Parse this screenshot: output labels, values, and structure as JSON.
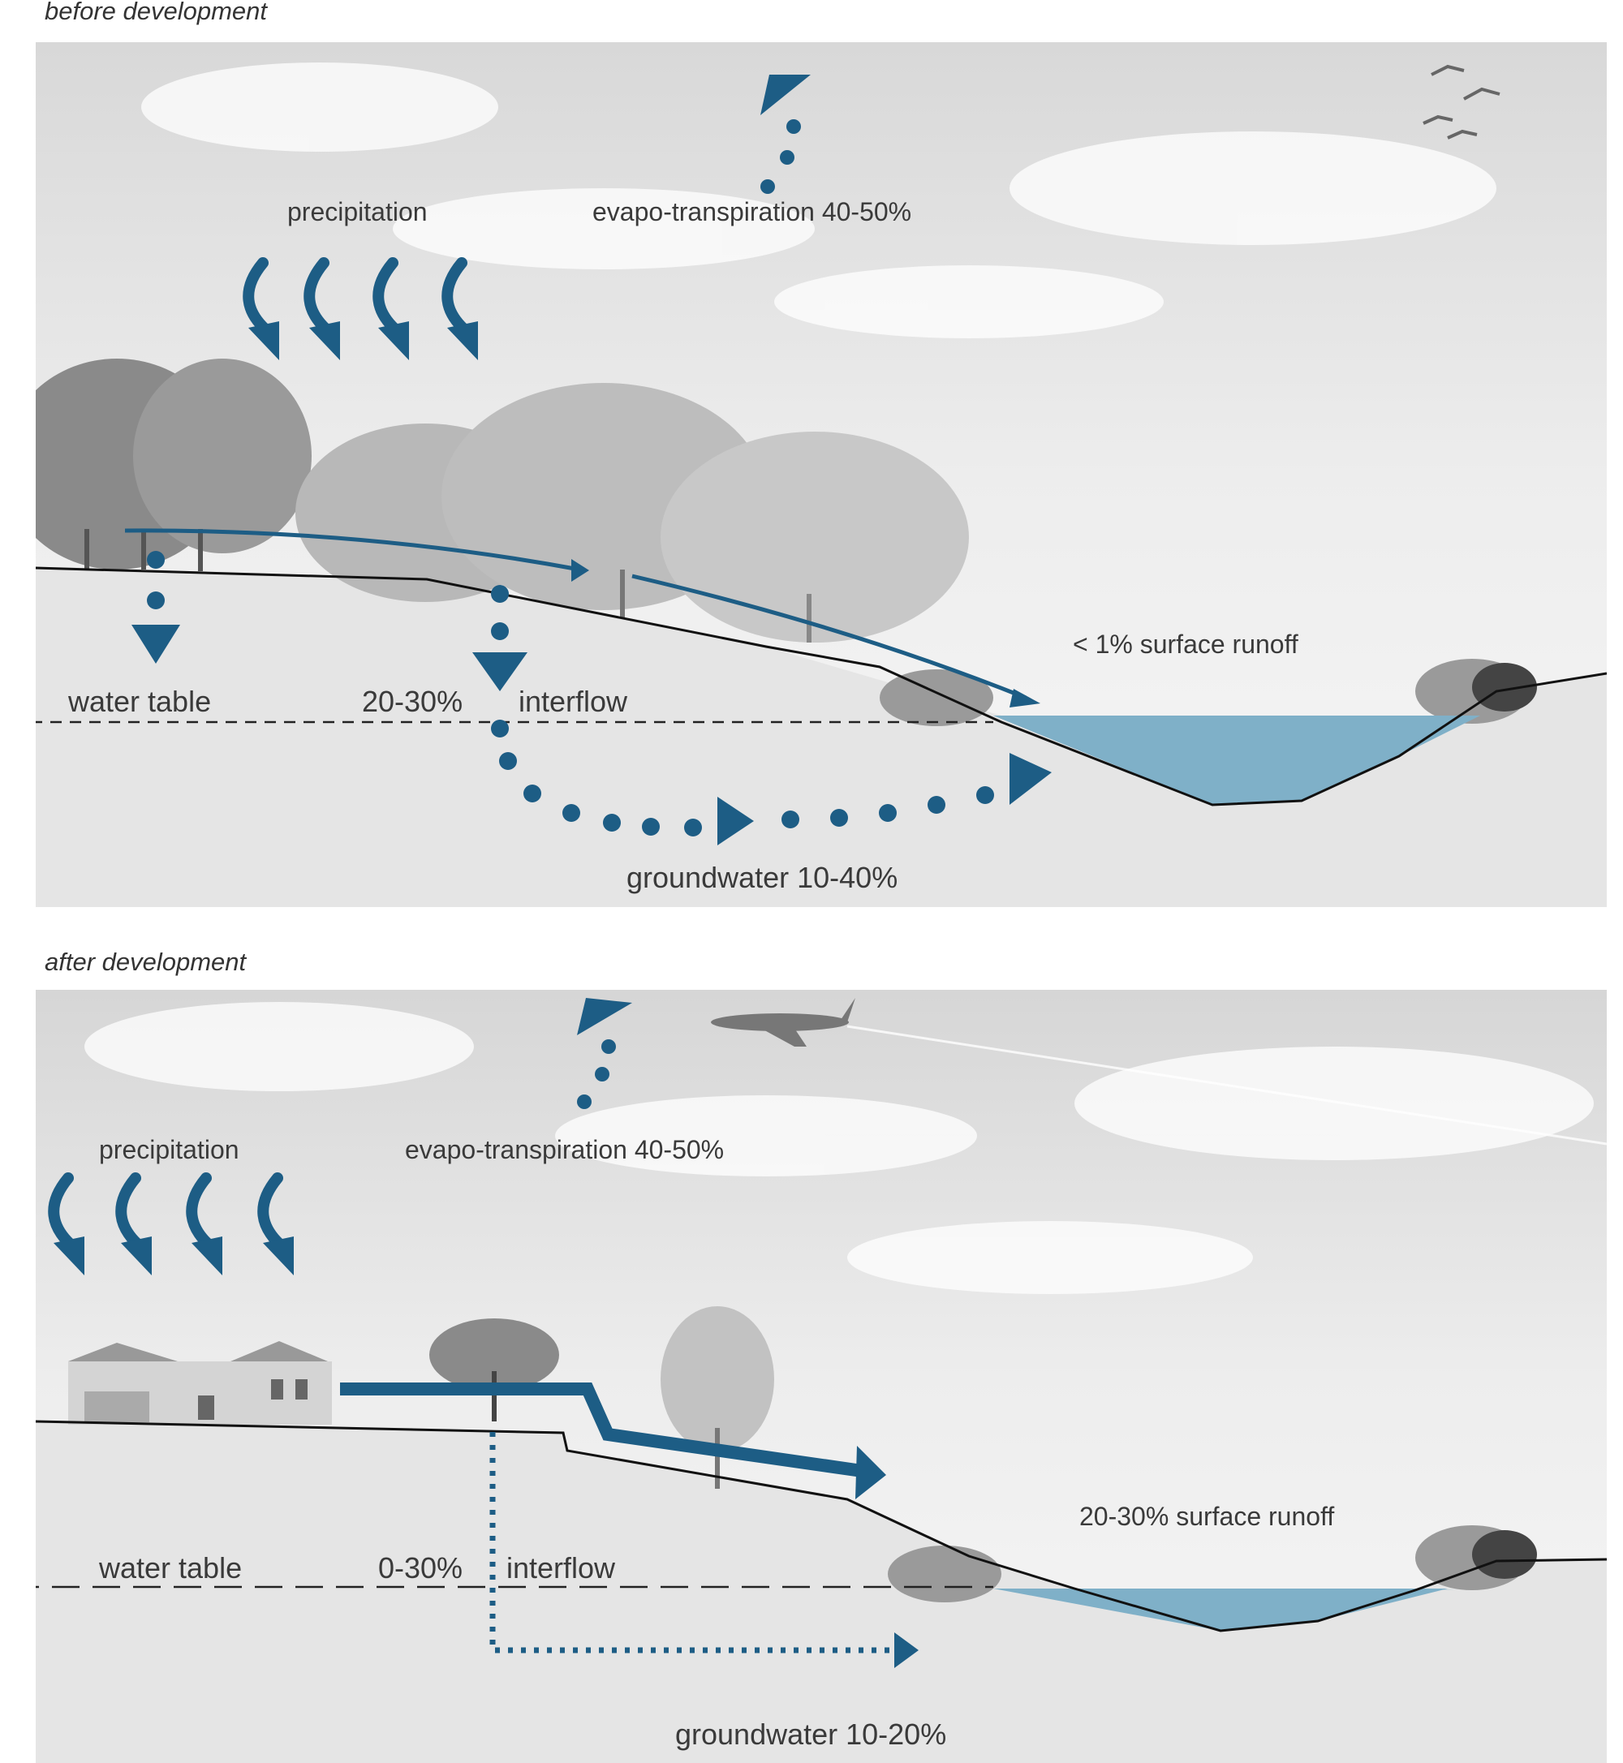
{
  "before": {
    "title": "before development",
    "precipitation": "precipitation",
    "evapotranspiration": "evapo-transpiration 40-50%",
    "surface_runoff": "< 1% surface runoff",
    "water_table": "water table",
    "interflow_pct": "20-30%",
    "interflow": "interflow",
    "groundwater": "groundwater 10-40%"
  },
  "after": {
    "title": "after development",
    "precipitation": "precipitation",
    "evapotranspiration": "evapo-transpiration 40-50%",
    "surface_runoff": "20-30% surface runoff",
    "water_table": "water table",
    "interflow_pct": "0-30%",
    "interflow": "interflow",
    "groundwater": "groundwater 10-20%"
  },
  "colors": {
    "arrow": "#1d5d85",
    "water": "#7fb0c8",
    "ground": "#e7e7e7",
    "sky": "#ececec",
    "ground_line": "#111111"
  }
}
